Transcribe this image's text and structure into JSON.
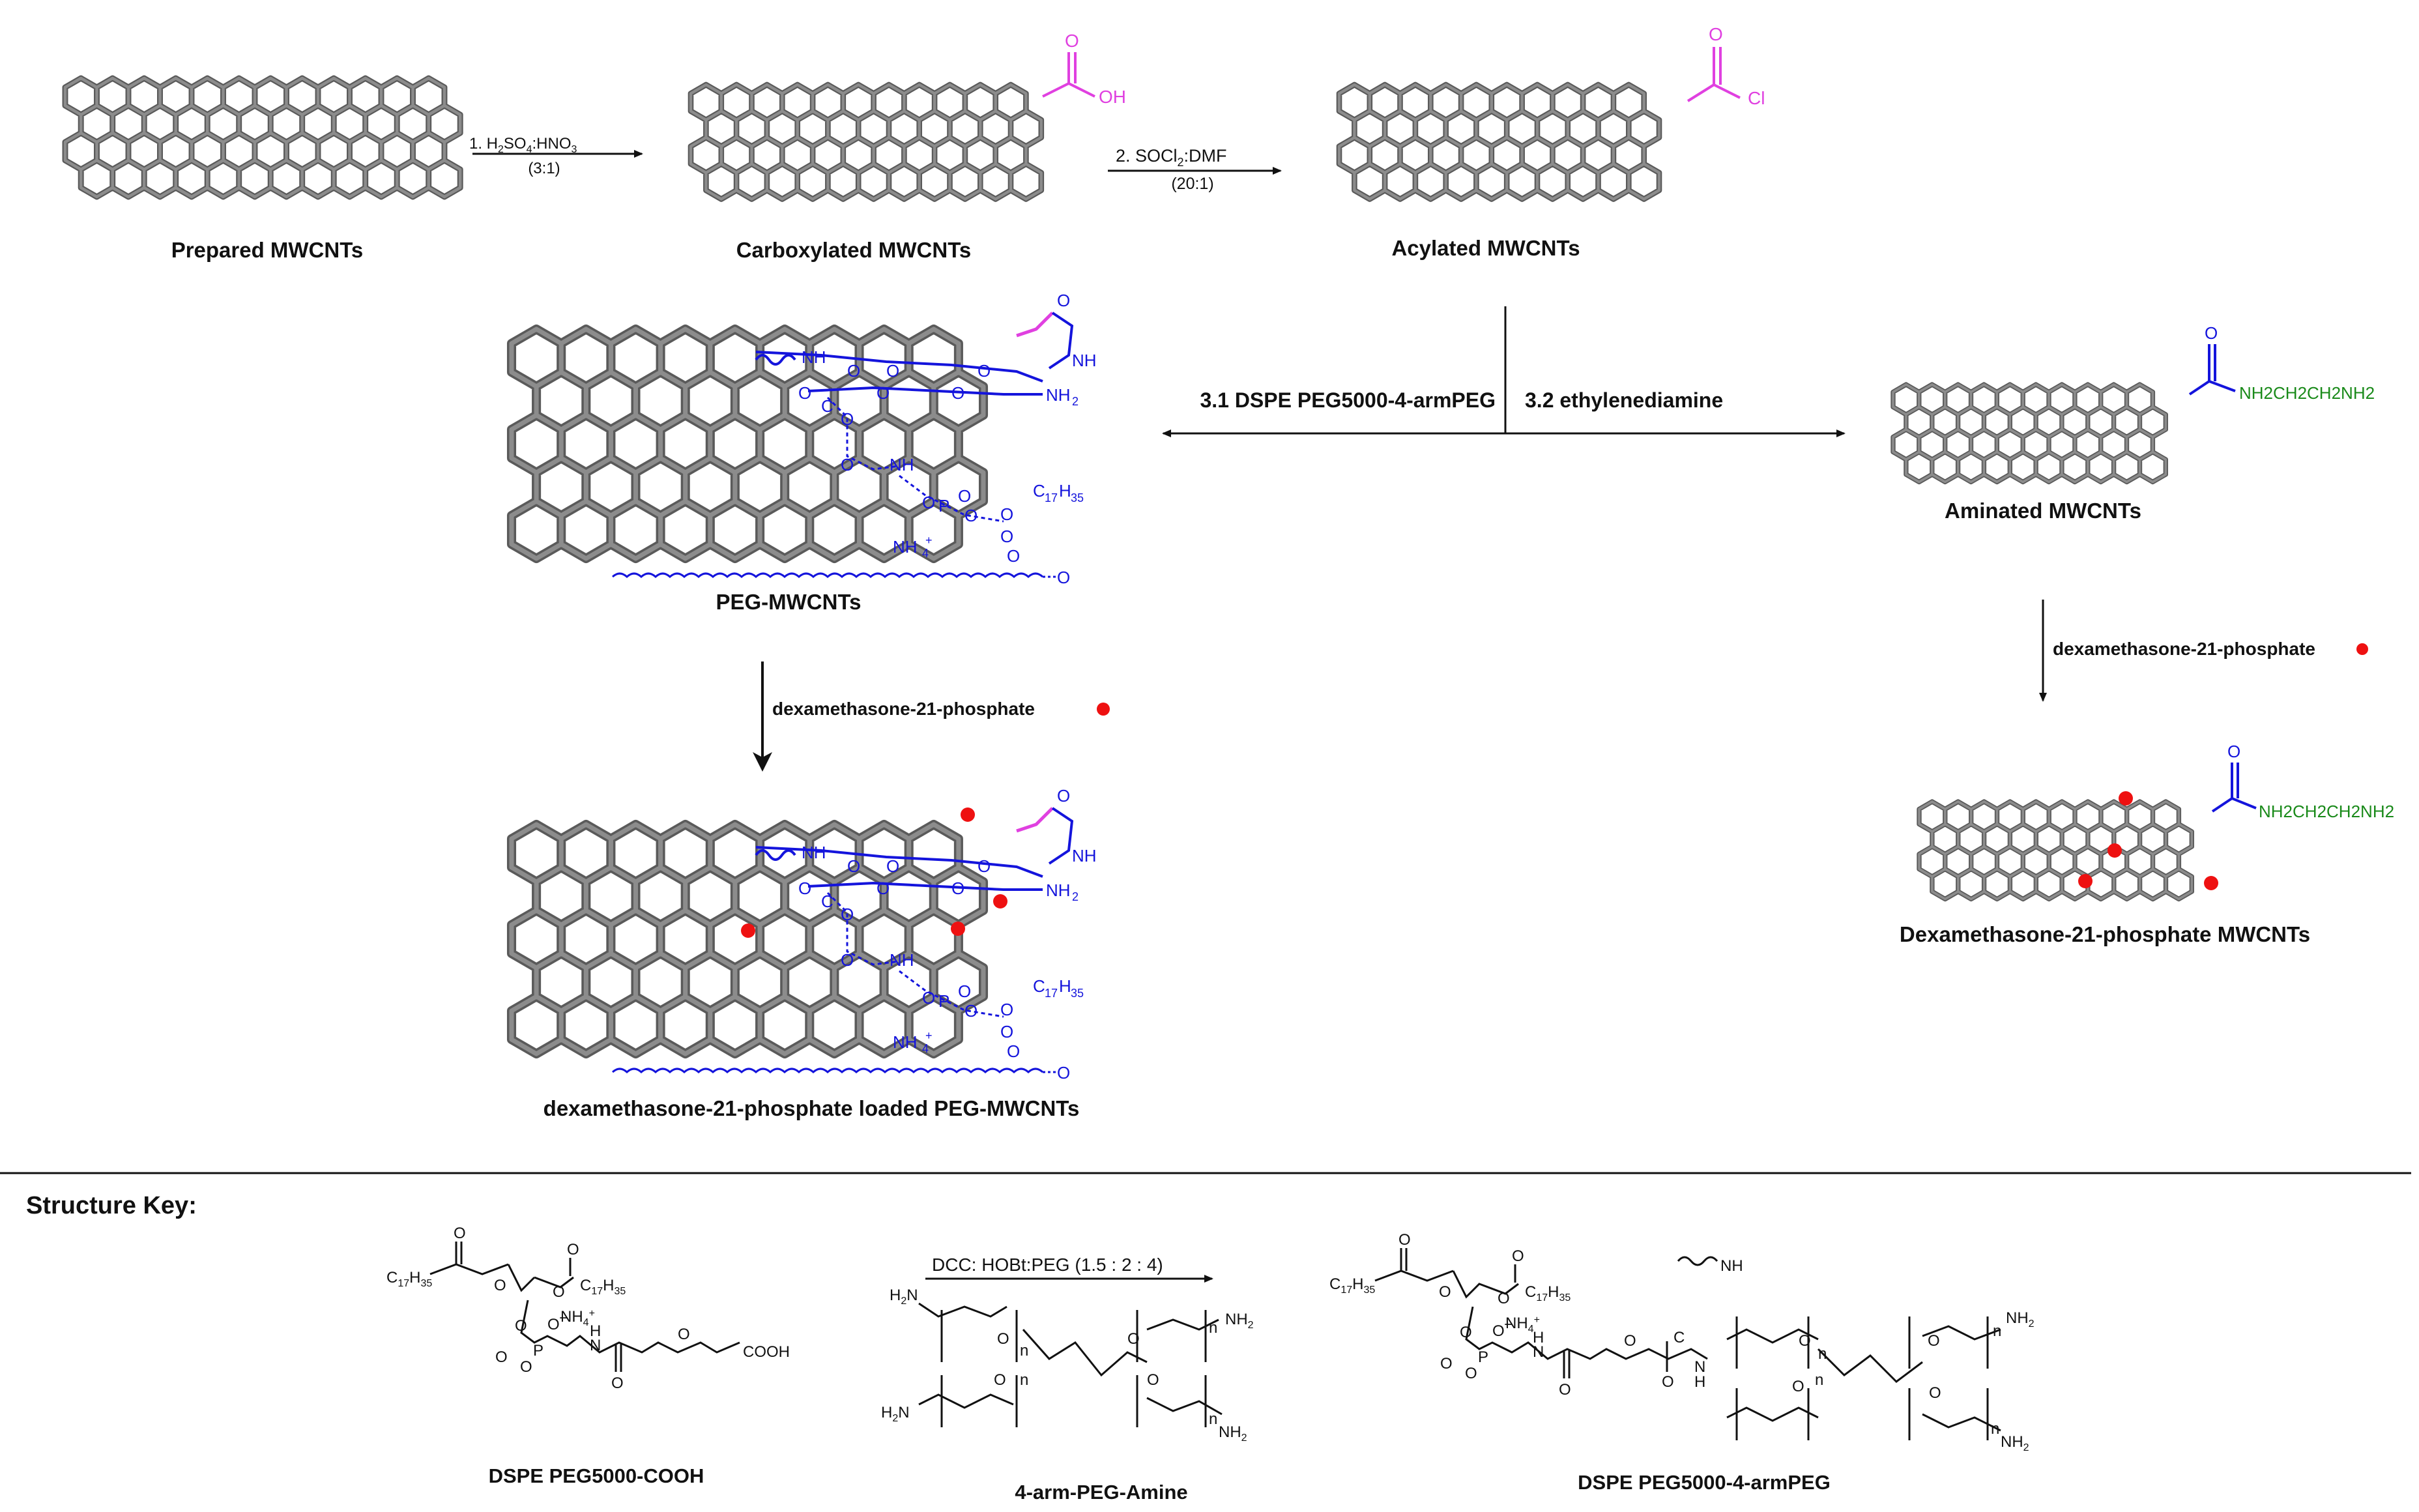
{
  "colors": {
    "tube_stroke": "#5a5a5a",
    "tube_fill": "#8c8c8c",
    "magenta": "#e040e0",
    "blue": "#1414dc",
    "green": "#1a8a1a",
    "red": "#ee1111",
    "black": "#111111"
  },
  "labels": {
    "prepared": "Prepared MWCNTs",
    "carboxylated": "Carboxylated MWCNTs",
    "acylated": "Acylated MWCNTs",
    "peg": "PEG-MWCNTs",
    "aminated": "Aminated MWCNTs",
    "dex_peg": "dexamethasone-21-phosphate loaded PEG-MWCNTs",
    "dex_mwcnt": "Dexamethasone-21-phosphate MWCNTs"
  },
  "reagents": {
    "step1_a": "1. H",
    "step1_b": "2",
    "step1_c": "SO",
    "step1_d": "4",
    "step1_e": ":HNO",
    "step1_f": "3",
    "step1_ratio": "(3:1)",
    "step2_a": "2. SOCl",
    "step2_b": "2",
    "step2_c": ":DMF",
    "step2_ratio": "(20:1)",
    "step31": "3.1 DSPE PEG5000-4-armPEG",
    "step32": "3.2 ethylenediamine",
    "dex_left": "dexamethasone-21-phosphate",
    "dex_right": "dexamethasone-21-phosphate"
  },
  "groups": {
    "oh": "OH",
    "o": "O",
    "cl": "Cl",
    "nh": "NH",
    "nh2": "NH",
    "sub2": "2",
    "ch2": "CH",
    "c17": "C",
    "c17sub": "17",
    "h35": "H",
    "h35sub": "35",
    "nh4": "NH",
    "sub4": "4",
    "plus": "+",
    "p": "P",
    "minus": "−",
    "amine_green": "NH2CH2CH2NH2",
    "cooh": "COOH",
    "n": "n",
    "h2n": "H",
    "h2n2": "N",
    "c": "C",
    "n_atom": "N",
    "h_atom": "H"
  },
  "key": {
    "title": "Structure Key:",
    "reaction": "DCC: HOBt:PEG (1.5 : 2 : 4)",
    "s1": "DSPE PEG5000-COOH",
    "s2": "4-arm-PEG-Amine",
    "s3": "DSPE PEG5000-4-armPEG"
  }
}
